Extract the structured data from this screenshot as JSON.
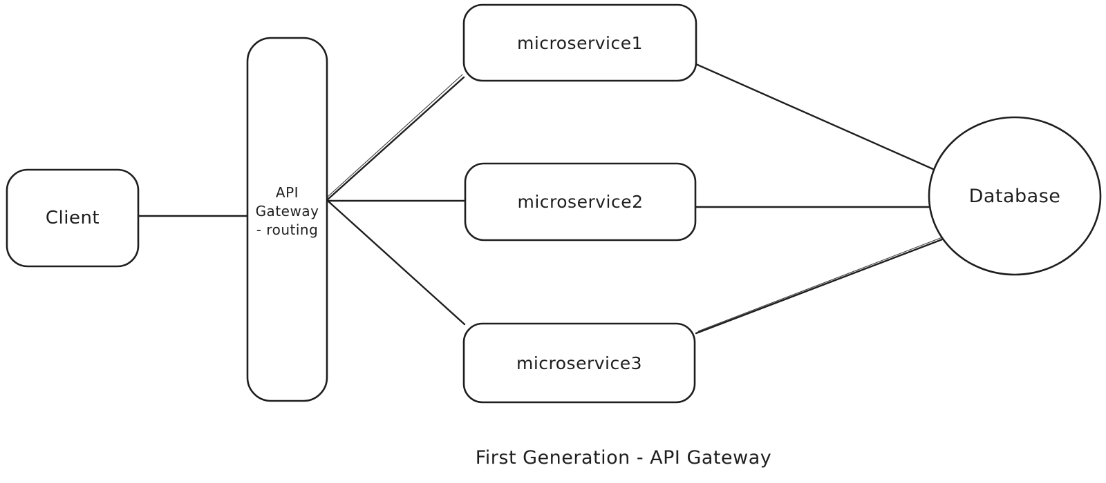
{
  "diagram": {
    "type": "flow-diagram",
    "style": "hand-drawn",
    "caption": "First Generation - API Gateway",
    "colors": {
      "stroke": "#1e1e1e",
      "shape_fill": "#ffffff",
      "background": "#ffffff"
    },
    "nodes": {
      "client": {
        "label": "Client",
        "shape": "rounded-rectangle"
      },
      "api_gateway": {
        "label": "API Gateway - routing",
        "label_lines": [
          "API",
          "Gateway",
          "- routing"
        ],
        "shape": "rounded-rectangle"
      },
      "microservice1": {
        "label": "microservice1",
        "shape": "rounded-rectangle"
      },
      "microservice2": {
        "label": "microservice2",
        "shape": "rounded-rectangle"
      },
      "microservice3": {
        "label": "microservice3",
        "shape": "rounded-rectangle"
      },
      "database": {
        "label": "Database",
        "shape": "circle"
      }
    },
    "edges": [
      {
        "from": "Client",
        "to": "API Gateway"
      },
      {
        "from": "API Gateway",
        "to": "microservice1"
      },
      {
        "from": "API Gateway",
        "to": "microservice2"
      },
      {
        "from": "API Gateway",
        "to": "microservice3"
      },
      {
        "from": "microservice1",
        "to": "Database"
      },
      {
        "from": "microservice2",
        "to": "Database"
      },
      {
        "from": "microservice3",
        "to": "Database"
      }
    ]
  }
}
